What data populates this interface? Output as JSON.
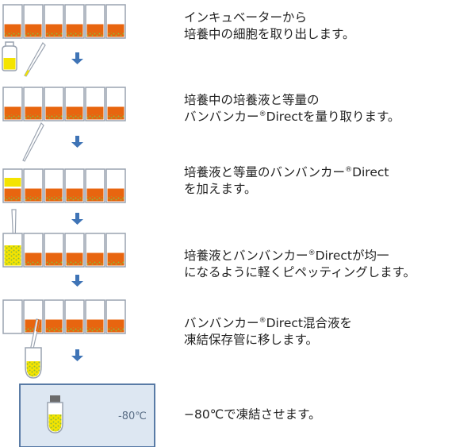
{
  "steps": [
    {
      "lines": [
        "インキュベーターから",
        "培養中の細胞を取り出します。"
      ]
    },
    {
      "lines": [
        "培養中の培養液と等量の",
        "バンバンカー®Directを量り取ります。"
      ]
    },
    {
      "lines": [
        "培養液と等量のバンバンカー®Direct",
        "を加えます。"
      ]
    },
    {
      "lines": [
        "培養液とバンバンカー®Directが均一",
        "になるように軽くピペッティングします。"
      ]
    },
    {
      "lines": [
        "バンバンカー®Direct混合液を",
        "凍結保存管に移します。"
      ]
    },
    {
      "lines": [
        "−80℃で凍結させます。"
      ]
    }
  ],
  "freezer_label": "-80℃",
  "colors": {
    "medium": "#e8650f",
    "cells": "#8fb83a",
    "reagent": "#f4e400",
    "outline": "#9aa3b0",
    "arrow": "#3f74b6",
    "freezer_fill": "#dde7f2",
    "freezer_border": "#4a6f9d"
  },
  "icons": [
    "well-plate-icon",
    "reagent-bottle-icon",
    "pipette-icon",
    "down-arrow-icon",
    "cryovial-icon",
    "freezer-icon"
  ]
}
